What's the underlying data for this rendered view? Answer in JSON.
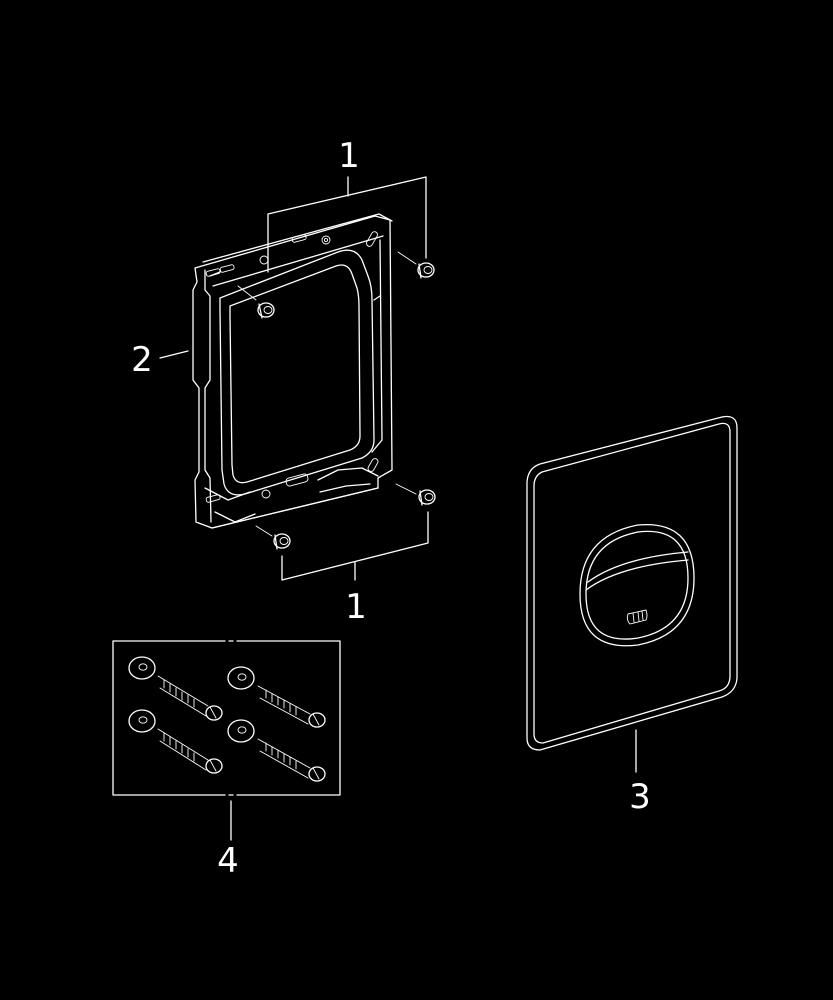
{
  "callouts": {
    "screws_top": "1",
    "screws_bottom": "1",
    "mounting_frame": "2",
    "cover_plate": "3",
    "fixing_kit": "4"
  },
  "colors": {
    "background": "#000000",
    "line": "#ffffff"
  }
}
